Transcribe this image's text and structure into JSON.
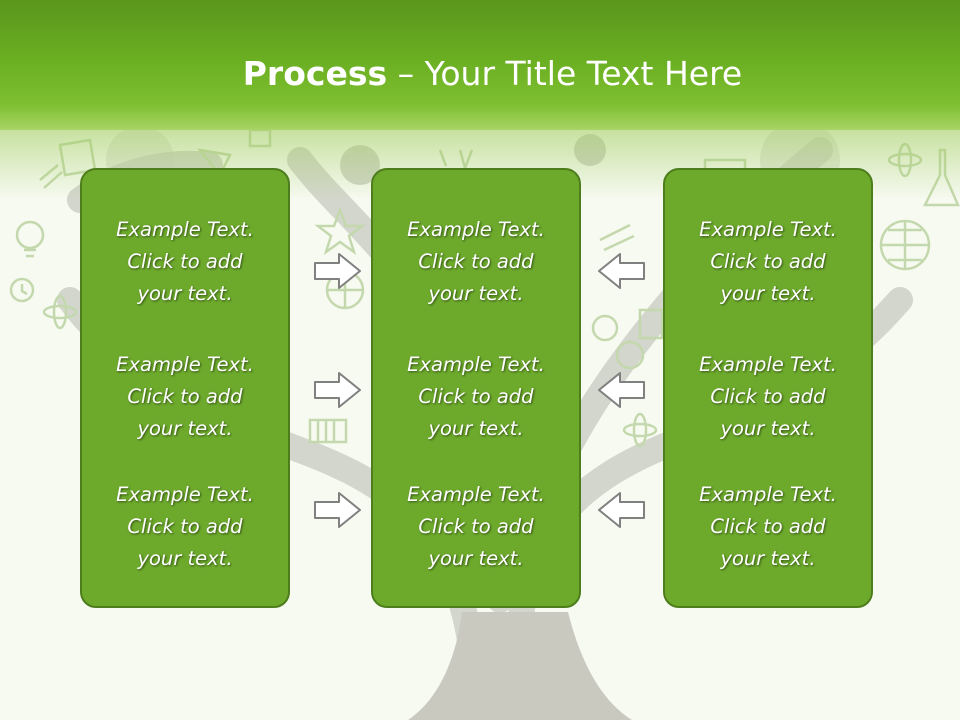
{
  "slide": {
    "title_bold": "Process",
    "title_rest": " – Your Title Text Here",
    "colors": {
      "header": "#6aae22",
      "panel": "#6daa2c",
      "panel_border": "#4d7d1c",
      "arrow_fill": "#ffffff",
      "arrow_stroke": "#808080",
      "trunk": "#c9c9c0"
    }
  },
  "columns": [
    {
      "items": [
        {
          "text": "Example Text.\nClick  to add\nyour text."
        },
        {
          "text": "Example Text.\nClick  to add\nyour text."
        },
        {
          "text": "Example Text.\nClick  to add\nyour text."
        }
      ]
    },
    {
      "items": [
        {
          "text": "Example Text.\nClick  to add\nyour text."
        },
        {
          "text": "Example Text.\nClick  to add\nyour text."
        },
        {
          "text": "Example Text.\nClick  to add\nyour text."
        }
      ]
    },
    {
      "items": [
        {
          "text": "Example Text.\nClick  to add\nyour text."
        },
        {
          "text": "Example Text.\nClick  to add\nyour text."
        },
        {
          "text": "Example Text.\nClick  to add\nyour text."
        }
      ]
    }
  ],
  "arrows": {
    "left_group": "arrow-right-icon",
    "right_group": "arrow-left-icon"
  }
}
